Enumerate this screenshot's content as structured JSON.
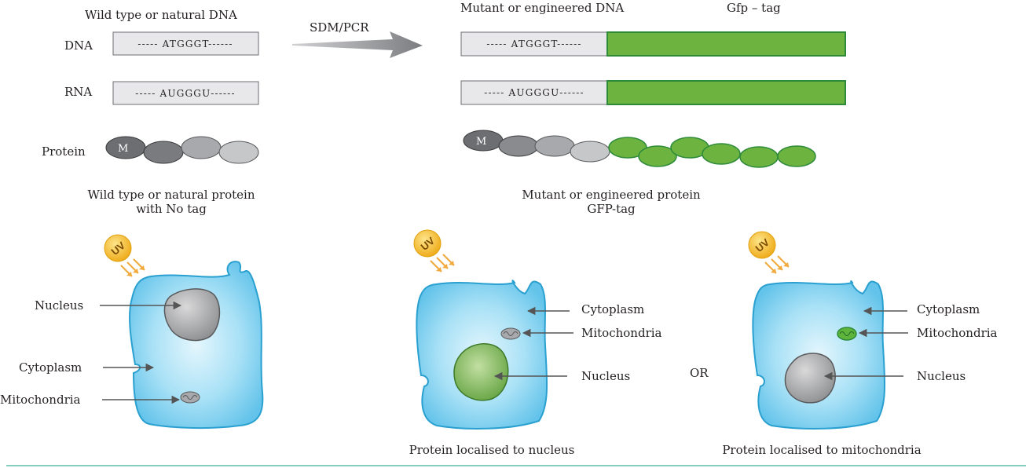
{
  "top": {
    "wild_dna_title": "Wild type or natural DNA",
    "mutant_dna_title": "Mutant or engineered DNA",
    "gfp_tag_title": "Gfp – tag",
    "sdm_pcr": "SDM/PCR",
    "dna_label": "DNA",
    "rna_label": "RNA",
    "protein_label": "Protein",
    "dna_seq": "----- ATGGGT------",
    "rna_seq": "----- AUGGGU------",
    "met_label": "M",
    "wild_protein_caption": [
      "Wild type or natural protein",
      "with No tag"
    ],
    "mutant_protein_caption": [
      "Mutant or engineered protein",
      "GFP-tag"
    ]
  },
  "cells": {
    "uv_label": "UV",
    "nucleus": "Nucleus",
    "cytoplasm": "Cytoplasm",
    "mitochondria": "Mitochondria",
    "or": "OR",
    "caption_nucleus": "Protein localised to nucleus",
    "caption_mito": "Protein localised to mitochondria"
  },
  "colors": {
    "gfp_green": "#6db33f",
    "gfp_border": "#2e8b3a",
    "cell_fill": "#7ed0ef",
    "cell_border": "#2aa0d0",
    "seq_box": "#e8e8ea",
    "uv_sun": "#f2b31c",
    "divider": "#5fbfa8"
  }
}
